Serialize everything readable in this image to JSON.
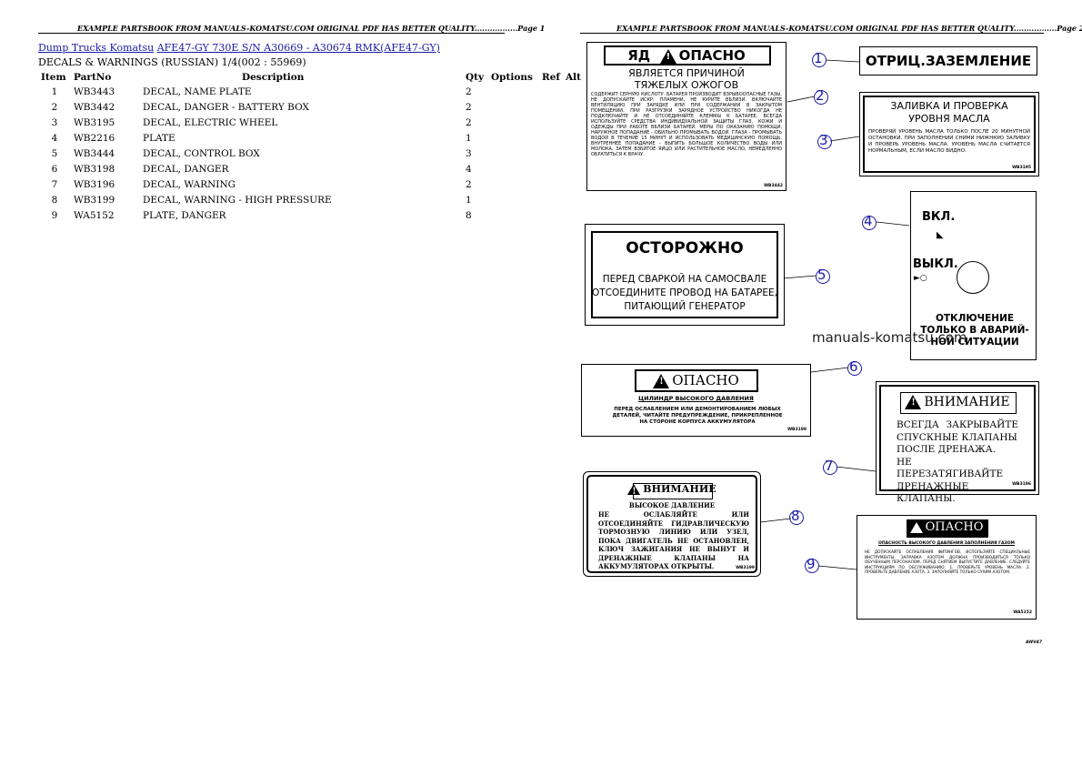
{
  "header": {
    "left": "EXAMPLE PARTSBOOK FROM MANUALS-KOMATSU.COM ORIGINAL PDF HAS BETTER QUALITY.................Page 1",
    "right": "EXAMPLE PARTSBOOK FROM MANUALS-KOMATSU.COM ORIGINAL PDF HAS BETTER QUALITY.................Page 2"
  },
  "breadcrumb": {
    "link1": "Dump Trucks Komatsu",
    "link2": "AFE47-GY 730E S/N A30669 - A30674 RMK(AFE47-GY)"
  },
  "subtitle": "DECALS & WARNINGS (RUSSIAN) 1/4(002 : 55969)",
  "table": {
    "headers": [
      "Item",
      "PartNo",
      "Description",
      "Qty",
      "Options",
      "Ref",
      "Alt"
    ],
    "rows": [
      {
        "item": "1",
        "partno": "WB3443",
        "desc": "DECAL, NAME PLATE",
        "qty": "2"
      },
      {
        "item": "2",
        "partno": "WB3442",
        "desc": "DECAL, DANGER - BATTERY BOX",
        "qty": "2"
      },
      {
        "item": "3",
        "partno": "WB3195",
        "desc": "DECAL, ELECTRIC WHEEL",
        "qty": "2"
      },
      {
        "item": "4",
        "partno": "WB2216",
        "desc": "PLATE",
        "qty": "1"
      },
      {
        "item": "5",
        "partno": "WB3444",
        "desc": "DECAL, CONTROL BOX",
        "qty": "3"
      },
      {
        "item": "6",
        "partno": "WB3198",
        "desc": "DECAL, DANGER",
        "qty": "4"
      },
      {
        "item": "7",
        "partno": "WB3196",
        "desc": "DECAL, WARNING",
        "qty": "2"
      },
      {
        "item": "8",
        "partno": "WB3199",
        "desc": "DECAL, WARNING - HIGH PRESSURE",
        "qty": "1"
      },
      {
        "item": "9",
        "partno": "WA5152",
        "desc": "PLATE, DANGER",
        "qty": "8"
      }
    ]
  },
  "drawing": {
    "watermark": "manuals-komatsu.com",
    "callouts": [
      "1",
      "2",
      "3",
      "4",
      "5",
      "6",
      "7",
      "8",
      "9"
    ],
    "decal2": {
      "yad": "ЯД",
      "danger": "ОПАСНО",
      "line1": "ЯВЛЯЕТСЯ ПРИЧИНОЙ",
      "line2": "ТЯЖЕЛЫХ ОЖОГОВ",
      "body": "СОДЕРЖИТ СЕРНУЮ КИСЛОТУ. БАТАРЕЯ ПРОИЗВОДИТ ВЗРЫВООПАСНЫЕ ГАЗЫ. НЕ ДОПУСКАЙТЕ ИСКР, ПЛАМЕНИ, НЕ КУРИТЕ ВБЛИЗИ. ВКЛЮЧАЙТЕ ВЕНТИЛЯЦИЮ ПРИ ЗАРЯДКЕ ИЛИ ПРИ СОДЕРЖАНИИ В ЗАКРЫТОМ ПОМЕЩЕНИИ. ПРИ РАЗГРУЗКИ ЗАРЯДНОЕ УСТРОЙСТВО НИКОГДА НЕ ПОДКЛЮЧАЙТЕ И НЕ ОТСОЕДИНЯЙТЕ КЛЕММЫ К БАТАРЕЕ. ВСЕГДА ИСПОЛЬЗУЙТЕ СРЕДСТВА ИНДИВИДУАЛЬНОЙ ЗАЩИТЫ ГЛАЗ, КОЖИ И ОДЕЖДЫ ПРИ РАБОТЕ ВБЛИЗИ БАТАРЕЙ. МЕРЫ ПО ОКАЗАНИЮ ПОМОЩИ: НАРУЖНОЕ ПОПАДАНИЕ - ОБИЛЬНО ПРОМЫВАТЬ ВОДОЙ. ГЛАЗА - ПРОМЫВАТЬ ВОДОЙ В ТЕЧЕНИЕ 15 МИНУТ И ИСПОЛЬЗОВАТЬ МЕДИЦИНСКУЮ ПОМОЩЬ. ВНУТРЕННЕЕ ПОПАДАНИЕ - ВЫПИТЬ БОЛЬШОЕ КОЛИЧЕСТВО ВОДЫ ИЛИ МОЛОКА, ЗАТЕМ ВЗБИТОЕ ЯЙЦО ИЛИ РАСТИТЕЛЬНОЕ МАСЛО, НЕМЕДЛЕННО ОБРАТИТЬСЯ К ВРАЧУ.",
      "code": "WB3442"
    },
    "decal1": {
      "text": "ОТРИЦ.ЗАЗЕМЛЕНИЕ"
    },
    "decal3": {
      "title1": "ЗАЛИВКА И ПРОВЕРКА",
      "title2": "УРОВНЯ МАСЛА",
      "body": "ПРОВЕРЯЙ УРОВЕНЬ МАСЛА ТОЛЬКО ПОСЛЕ 20 МИНУТНОЙ ОСТАНОВКИ. ПРИ ЗАПОЛНЕНИИ СНИМИ НИЖНЮЮ ЗАЛИВКУ И ПРОВЕРЬ УРОВЕНЬ МАСЛА. УРОВЕНЬ МАСЛА СЧИТАЕТСЯ НОРМАЛЬНЫМ, ЕСЛИ МАСЛО ВИДНО.",
      "code": "WB3195"
    },
    "decal4": {
      "on": "ВКЛ.",
      "off": "ВЫКЛ.",
      "emergency": "ОТКЛЮЧЕНИЕ ТОЛЬКО В АВАРИЙ- НОЙ СИТУАЦИИ"
    },
    "decal5": {
      "title": "ОСТОРОЖНО",
      "line1": "ПЕРЕД СВАРКОЙ НА САМОСВАЛЕ",
      "line2": "ОТСОЕДИНИТЕ ПРОВОД НА БАТАРЕЕ,",
      "line3": "ПИТАЮЩИЙ ГЕНЕРАТОР"
    },
    "decal6": {
      "title": "ОПАСНО",
      "sub": "ЦИЛИНДР ВЫСОКОГО ДАВЛЕНИЯ",
      "body": "ПЕРЕД ОСЛАБЛЕНИЕМ ИЛИ ДЕМОНТИРОВАНИЕМ ЛЮБЫХ ДЕТАЛЕЙ, ЧИТАЙТЕ ПРЕДУПРЕЖДЕНИЕ, ПРИКРЕПЛЕННОЕ НА СТОРОНЕ КОРПУСА АККУМУЛЯТОРА",
      "code": "WB3198"
    },
    "decal7": {
      "title": "ВНИМАНИЕ",
      "l1": "ВСЕГДА ЗАКРЫВАЙТЕ",
      "l2": "СПУСКНЫЕ КЛАПАНЫ",
      "l3": "ПОСЛЕ ДРЕНАЖА.",
      "l4": "НЕ ПЕРЕЗАТЯГИВАЙТЕ",
      "l5": "ДРЕНАЖНЫЕ КЛАПАНЫ.",
      "code": "WB3196"
    },
    "decal8": {
      "title": "ВНИМАНИЕ",
      "sub": "ВЫСОКОЕ ДАВЛЕНИЕ",
      "body": "НЕ ОСЛАБЛЯЙТЕ ИЛИ ОТСОЕДИНЯЙТЕ ГИДРАВЛИЧЕСКУЮ ТОРМОЗНУЮ ЛИНИЮ ИЛИ УЗЕЛ, ПОКА ДВИГАТЕЛЬ НЕ ОСТАНОВЛЕН, КЛЮЧ ЗАЖИГАНИЯ НЕ ВЫНУТ И ДРЕНАЖНЫЕ КЛАПАНЫ НА АККУМУЛЯТОРАХ ОТКРЫТЫ.",
      "code": "WB3199"
    },
    "decal9": {
      "title": "ОПАСНО",
      "sub": "ОПАСНОСТЬ ВЫСОКОГО ДАВЛЕНИЯ ЗАПОЛНЕНИЯ ГАЗОМ",
      "body": "НЕ ДОПУСКАЙТЕ ОСЛАБЛЕНИЯ ФИТИНГОВ. ИСПОЛЬЗУЙТЕ СПЕЦИАЛЬНЫЕ ИНСТРУМЕНТЫ. ЗАПРАВКА АЗОТОМ ДОЛЖНА ПРОИЗВОДИТЬСЯ ТОЛЬКО ОБУЧЕННЫМ ПЕРСОНАЛОМ. ПЕРЕД СНЯТИЕМ ВЫПУСТИТЕ ДАВЛЕНИЕ. СЛЕДУЙТЕ ИНСТРУКЦИЯМ ПО ОБСЛУЖИВАНИЮ. 1. ПРОВЕРЬТЕ УРОВЕНЬ МАСЛА. 2. ПРОВЕРЬТЕ ДАВЛЕНИЕ АЗОТА. 3. ЗАПОЛНЯЙТЕ ТОЛЬКО СУХИМ АЗОТОМ.",
      "code": "WA5152",
      "page_code": "AWV47"
    }
  }
}
